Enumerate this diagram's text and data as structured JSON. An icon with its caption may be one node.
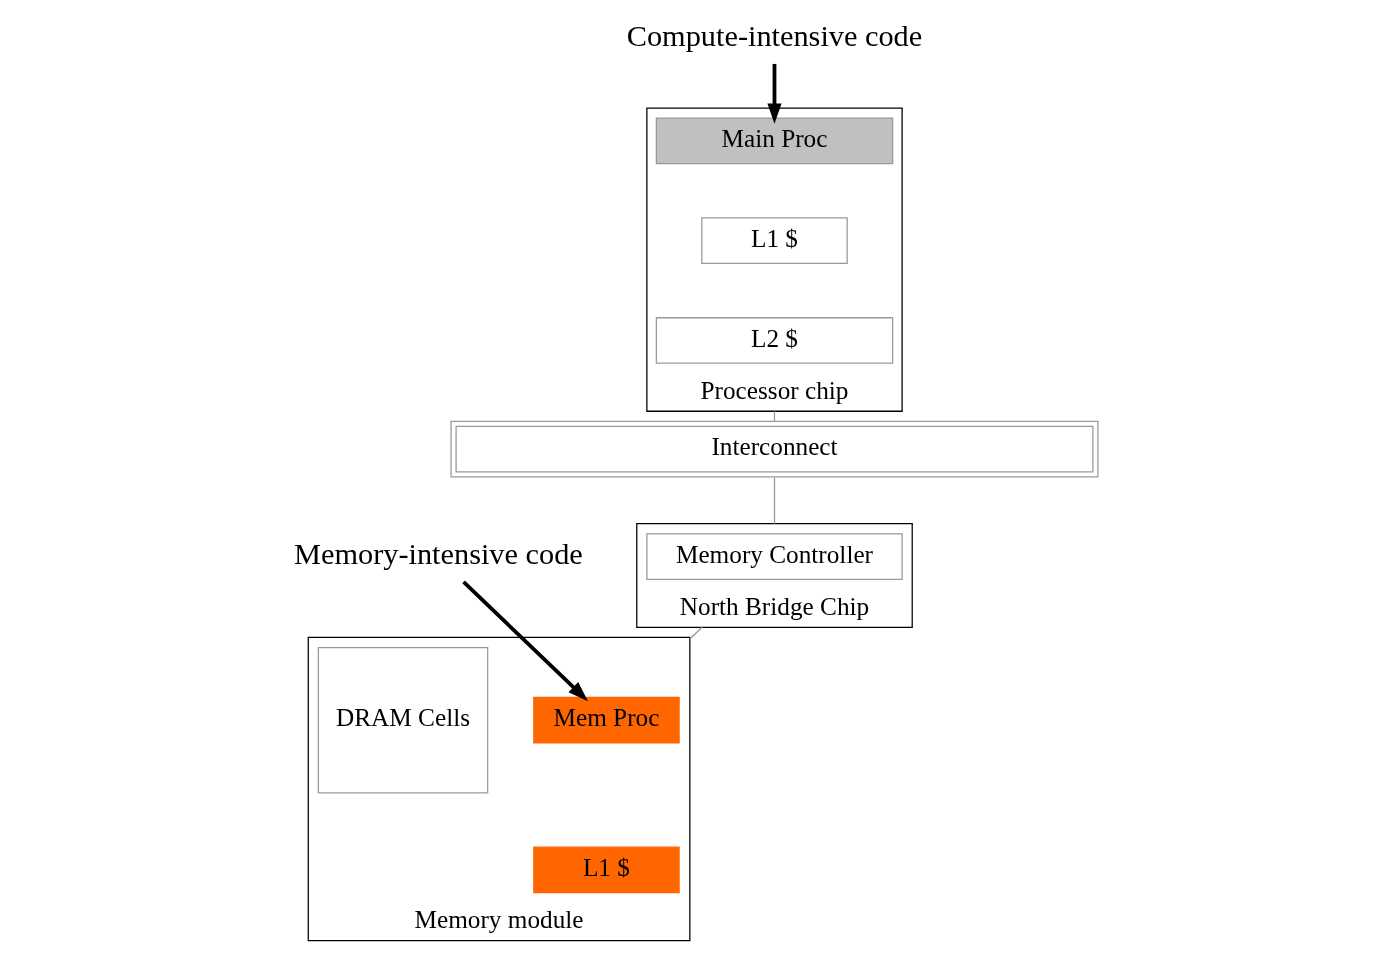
{
  "diagram": {
    "nodes": [
      {
        "text": [
          "Processor chip"
        ]
      },
      {
        "text": [
          "Main Proc"
        ],
        "in": 0
      },
      {
        "text": [
          "L1 $"
        ],
        "in": 0
      },
      {
        "text": [
          "L2 $"
        ],
        "in": 0
      },
      {
        "text": [
          "Interconnect"
        ]
      },
      {
        "text": [
          "North Bridge Chip"
        ]
      },
      {
        "text": [
          "Memory Controller"
        ],
        "in": 5
      },
      {
        "text": [
          "Memory module"
        ]
      },
      {
        "text": [
          "Mem Proc"
        ],
        "in": 7
      },
      {
        "text": [
          "L1 $"
        ],
        "in": 7
      },
      {
        "text": [
          "DRAM Cells"
        ],
        "in": 7
      },
      {
        "text": [
          "Compute-intensive code"
        ]
      },
      {
        "text": [
          "Memory-intensive code"
        ]
      }
    ],
    "edges": [
      {
        "from": 0,
        "to": 4,
        "arrow": "none",
        "color": "#999999"
      },
      {
        "from": 4,
        "to": 5,
        "arrow": "none",
        "color": "#999999"
      },
      {
        "from": 5,
        "to": 7,
        "arrow": "none",
        "color": "#999999"
      },
      {
        "from": 11,
        "to": 1,
        "arrow": "to",
        "style": "thick",
        "color": "#000000"
      },
      {
        "from": 12,
        "to": 8,
        "arrow": "to",
        "style": "thick",
        "color": "#000000"
      }
    ]
  }
}
